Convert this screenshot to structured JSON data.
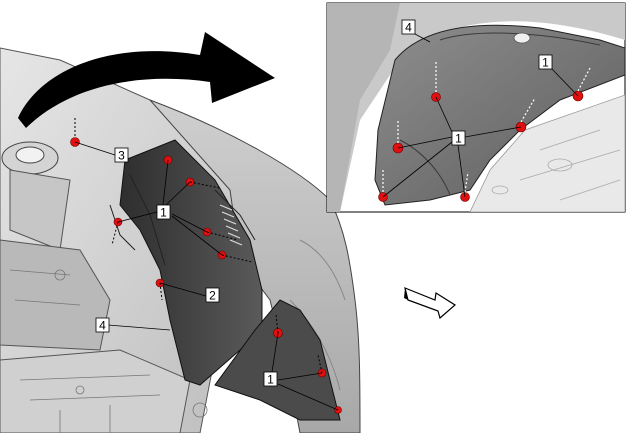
{
  "callouts": {
    "fastener": "1",
    "fastener_lower": "1",
    "fastener_inset": "1",
    "fastener_inset_top": "1",
    "retainer": "2",
    "bolt": "3",
    "fender_liner": "4",
    "fender_liner_inset": "4"
  },
  "colors": {
    "fastener_dot": "#e01010",
    "line": "#111111",
    "panel_dark": "#3a3a3a",
    "panel_light": "#d8d8d8",
    "inset_border": "#000000"
  },
  "icons": {
    "arrow": "curved-arrow-icon",
    "direction": "forward-arrow-icon"
  }
}
